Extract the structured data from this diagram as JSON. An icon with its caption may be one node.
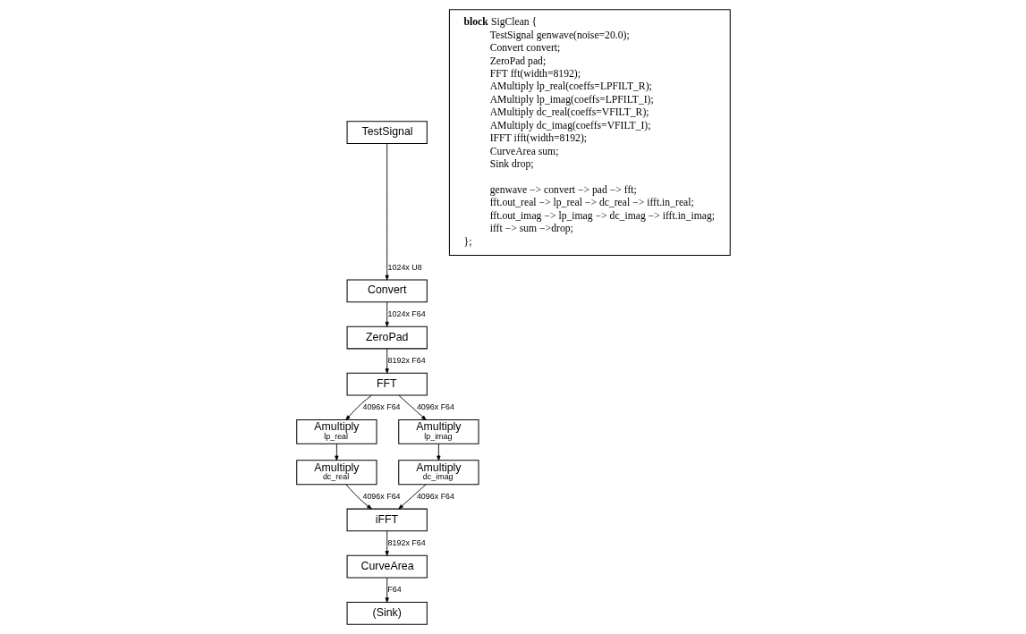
{
  "diagram": {
    "nodes": [
      {
        "text": [
          "TestSignal"
        ]
      },
      {
        "text": [
          "Convert"
        ]
      },
      {
        "text": [
          "ZeroPad"
        ]
      },
      {
        "text": [
          "FFT"
        ]
      },
      {
        "text": [
          "Amultiply",
          "lp_real"
        ]
      },
      {
        "text": [
          "Amultiply",
          "lp_imag"
        ]
      },
      {
        "text": [
          "Amultiply",
          "dc_real"
        ]
      },
      {
        "text": [
          "Amultiply",
          "dc_imag"
        ]
      },
      {
        "text": [
          "iFFT"
        ]
      },
      {
        "text": [
          "CurveArea"
        ]
      },
      {
        "text": [
          "(Sink)"
        ]
      },
      {
        "text": [
          "**block** SigClean {",
          "TestSignal genwave(noise=20.0);",
          "Convert convert;",
          "ZeroPad pad;",
          "FFT fft(width=8192);",
          "AMultiply lp_real(coeffs=LPFILT_R);",
          "AMultiply lp_imag(coeffs=LPFILT_I);",
          "AMultiply dc_real(coeffs=VFILT_R);",
          "AMultiply dc_imag(coeffs=VFILT_I);",
          "IFFT ifft(width=8192);",
          "CurveArea sum;",
          "Sink drop;",
          "genwave −> convert −> pad −> fft;",
          "fft.out_real −> lp_real −> dc_real −> ifft.in_real;",
          "fft.out_imag −> lp_imag −> dc_imag −> ifft.in_imag;",
          "ifft −> sum −>drop;",
          "};"
        ]
      }
    ],
    "edges": [
      {
        "from": 0,
        "to": 1,
        "arrow": "to",
        "label": "1024x U8"
      },
      {
        "from": 1,
        "to": 2,
        "arrow": "to",
        "label": "1024x F64"
      },
      {
        "from": 2,
        "to": 3,
        "arrow": "to",
        "label": "8192x F64"
      },
      {
        "from": 3,
        "to": 4,
        "arrow": "to",
        "label": "4096x F64"
      },
      {
        "from": 3,
        "to": 5,
        "arrow": "to",
        "label": "4096x F64"
      },
      {
        "from": 4,
        "to": 6,
        "arrow": "to"
      },
      {
        "from": 5,
        "to": 7,
        "arrow": "to"
      },
      {
        "from": 6,
        "to": 8,
        "arrow": "to",
        "label": "4096x F64"
      },
      {
        "from": 7,
        "to": 8,
        "arrow": "to",
        "label": "4096x F64"
      },
      {
        "from": 8,
        "to": 9,
        "arrow": "to",
        "label": "8192x F64"
      },
      {
        "from": 9,
        "to": 10,
        "arrow": "to",
        "label": "F64"
      }
    ]
  }
}
